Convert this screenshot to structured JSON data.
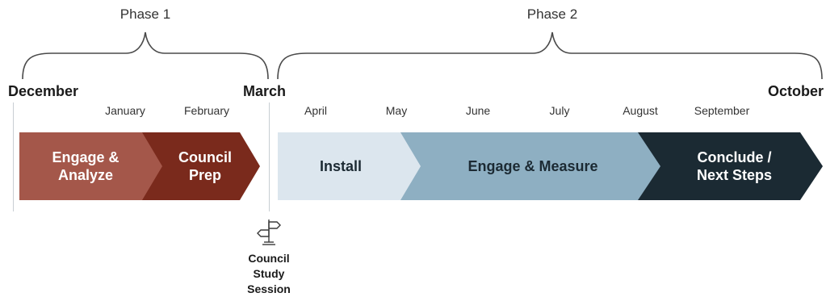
{
  "phases": [
    {
      "label": "Phase 1"
    },
    {
      "label": "Phase 2"
    }
  ],
  "major_months": {
    "start": "December",
    "middle": "March",
    "end": "October"
  },
  "minor_months": [
    "January",
    "February",
    "April",
    "May",
    "June",
    "July",
    "August",
    "September"
  ],
  "stages": [
    {
      "line1": "Engage &",
      "line2": "Analyze",
      "color": "#a4574a",
      "text_color": "#ffffff"
    },
    {
      "line1": "Council",
      "line2": "Prep",
      "color": "#7a2a1c",
      "text_color": "#ffffff"
    },
    {
      "line1": "Install",
      "line2": "",
      "color": "#dce6ee",
      "text_color": "#1c2a33"
    },
    {
      "line1": "Engage & Measure",
      "line2": "",
      "color": "#8eafc2",
      "text_color": "#1c2a33"
    },
    {
      "line1": "Conclude /",
      "line2": "Next Steps",
      "color": "#1b2a33",
      "text_color": "#ffffff"
    }
  ],
  "milestone": {
    "icon": "signpost-icon",
    "line1": "Council",
    "line2": "Study",
    "line3": "Session"
  },
  "colors": {
    "bracket": "#4a4a4a",
    "divider": "#c8ced3"
  }
}
